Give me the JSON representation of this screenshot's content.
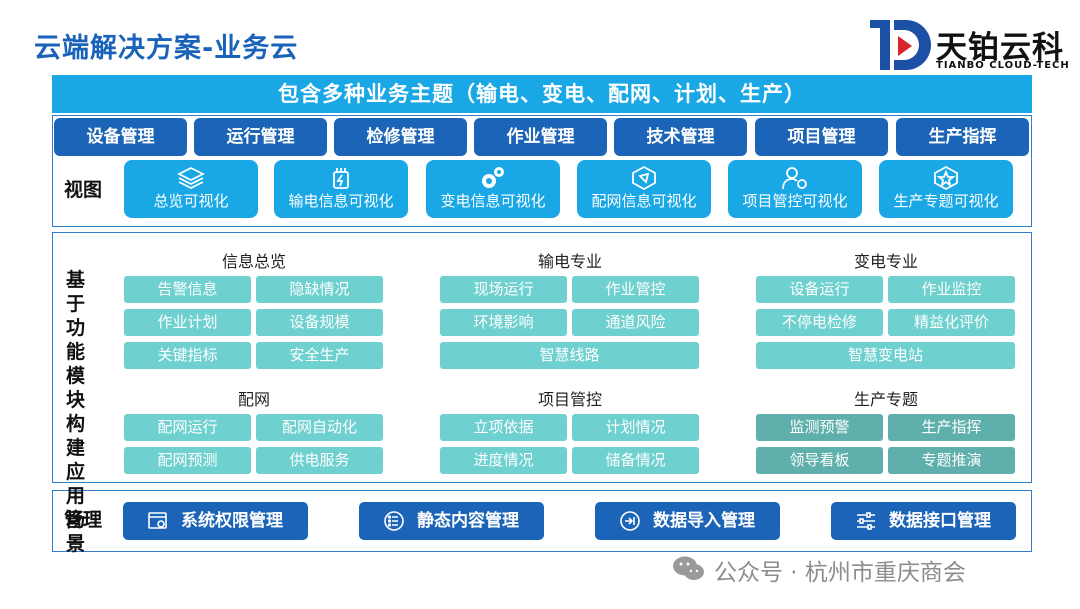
{
  "title": "云端解决方案-业务云",
  "logo": {
    "cn": "天铂云科",
    "en": "TIANBO CLOUD-TECH"
  },
  "banner": "包含多种业务主题（输电、变电、配网、计划、生产）",
  "modules": [
    "设备管理",
    "运行管理",
    "检修管理",
    "作业管理",
    "技术管理",
    "项目管理",
    "生产指挥"
  ],
  "side_labels": {
    "view": "视图",
    "scene": "基于功能模块构建应用场景",
    "manage": "管理"
  },
  "views": [
    {
      "label": "总览可视化",
      "icon": "layers-icon"
    },
    {
      "label": "输电信息可视化",
      "icon": "transmission-icon"
    },
    {
      "label": "变电信息可视化",
      "icon": "gears-icon"
    },
    {
      "label": "配网信息可视化",
      "icon": "network-hex-icon"
    },
    {
      "label": "项目管控可视化",
      "icon": "user-gear-icon"
    },
    {
      "label": "生产专题可视化",
      "icon": "star-hex-icon"
    }
  ],
  "groups": [
    {
      "title": "信息总览",
      "items": [
        "告警信息",
        "隐缺情况",
        "作业计划",
        "设备规模",
        "关键指标",
        "安全生产"
      ]
    },
    {
      "title": "输电专业",
      "items": [
        "现场运行",
        "作业管控",
        "环境影响",
        "通道风险",
        "智慧线路"
      ]
    },
    {
      "title": "变电专业",
      "items": [
        "设备运行",
        "作业监控",
        "不停电检修",
        "精益化评价",
        "智慧变电站"
      ]
    },
    {
      "title": "配网",
      "items": [
        "配网运行",
        "配网自动化",
        "配网预测",
        "供电服务"
      ]
    },
    {
      "title": "项目管控",
      "items": [
        "立项依据",
        "计划情况",
        "进度情况",
        "储备情况"
      ]
    },
    {
      "title": "生产专题",
      "items": [
        "监测预警",
        "生产指挥",
        "领导看板",
        "专题推演"
      ]
    }
  ],
  "management": [
    {
      "label": "系统权限管理",
      "icon": "window-gear-icon"
    },
    {
      "label": "静态内容管理",
      "icon": "list-circle-icon"
    },
    {
      "label": "数据导入管理",
      "icon": "import-icon"
    },
    {
      "label": "数据接口管理",
      "icon": "sliders-icon"
    }
  ],
  "watermark": "公众号 · 杭州市重庆商会",
  "colors": {
    "title_blue": "#1a63b8",
    "banner": "#19a7e6",
    "module": "#1c64b7",
    "cell": "#6fd0d0",
    "cell_dark": "#5fb0ac",
    "border": "#2f7fd1"
  }
}
